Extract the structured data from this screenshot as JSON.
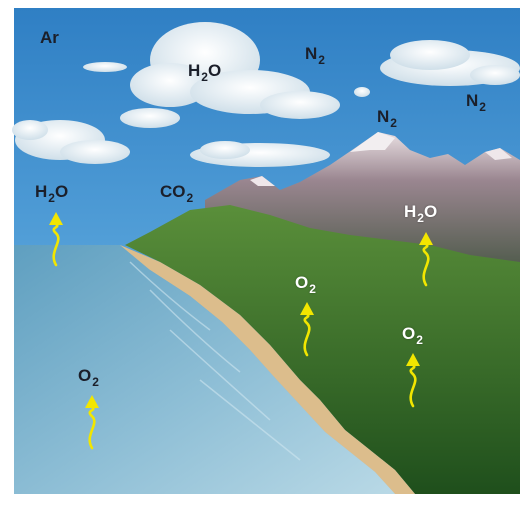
{
  "labels": {
    "ar": "Ar",
    "h2o_cloud": {
      "base": "H",
      "sub": "2",
      "rest": "O"
    },
    "n2_sky_top": {
      "base": "N",
      "sub": "2"
    },
    "n2_right": {
      "base": "N",
      "sub": "2"
    },
    "n2_mountain": {
      "base": "N",
      "sub": "2"
    },
    "h2o_ocean": {
      "base": "H",
      "sub": "2",
      "rest": "O"
    },
    "co2": {
      "base": "CO",
      "sub": "2"
    },
    "h2o_mountain": {
      "base": "H",
      "sub": "2",
      "rest": "O"
    },
    "o2_forest_left": {
      "base": "O",
      "sub": "2"
    },
    "o2_forest_right": {
      "base": "O",
      "sub": "2"
    },
    "o2_ocean": {
      "base": "O",
      "sub": "2"
    }
  },
  "colors": {
    "sky": "#3f8fcf",
    "ocean": "#6ea8c6",
    "forest": "#3f7a2b",
    "beach": "#d8b98a",
    "arrow": "#f2e600",
    "mountain": "#9a8f9a"
  }
}
